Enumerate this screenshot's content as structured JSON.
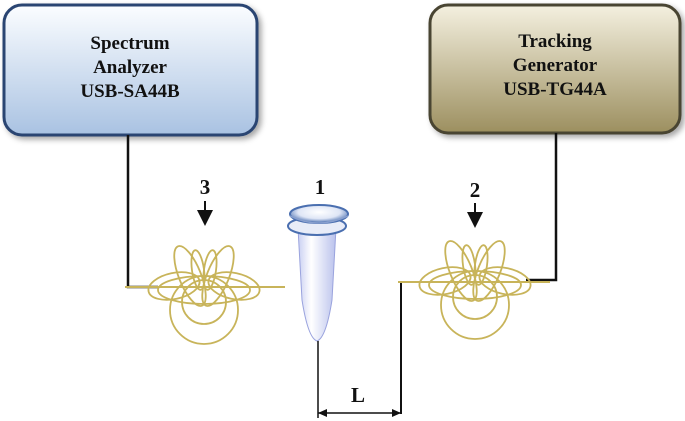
{
  "analyzer": {
    "line1": "Spectrum",
    "line2": "Analyzer",
    "line3": "USB-SA44B",
    "fill_top": "#fbfdff",
    "fill_bottom": "#a9c2e2",
    "border": "#2a4572"
  },
  "generator": {
    "line1": "Tracking",
    "line2": "Generator",
    "line3": "USB-TG44A",
    "fill_top": "#f4f0df",
    "fill_bottom": "#9c8f5f",
    "border": "#4a4432"
  },
  "labels": {
    "tube": "1",
    "right_coil": "2",
    "left_coil": "3",
    "distance": "L"
  },
  "colors": {
    "wire": "#111111",
    "coil": "#c8b45a",
    "tube_body": "#d8dcf6",
    "tube_cap": "#4a6fb0"
  },
  "icons": {
    "coil": "wire-loop-coil-icon",
    "tube": "microcentrifuge-tube-icon",
    "arrow": "down-arrow-icon"
  }
}
